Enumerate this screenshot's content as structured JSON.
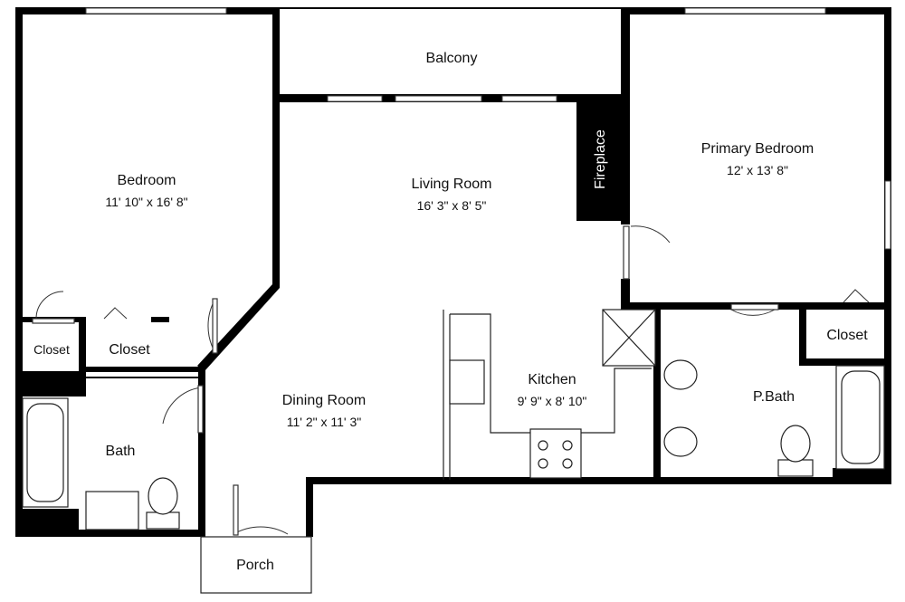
{
  "rooms": {
    "bedroom": {
      "name": "Bedroom",
      "dims": "11' 10\" x 16' 8\""
    },
    "balcony": {
      "name": "Balcony"
    },
    "living": {
      "name": "Living Room",
      "dims": "16' 3\" x 8' 5\""
    },
    "fireplace": {
      "name": "Fireplace"
    },
    "primary_bedroom": {
      "name": "Primary Bedroom",
      "dims": "12' x 13' 8\""
    },
    "closet_small": {
      "name": "Closet"
    },
    "closet_bedroom": {
      "name": "Closet"
    },
    "closet_primary": {
      "name": "Closet"
    },
    "kitchen": {
      "name": "Kitchen",
      "dims": "9' 9\" x 8' 10\""
    },
    "dining": {
      "name": "Dining Room",
      "dims": "11' 2\" x 11' 3\""
    },
    "bath": {
      "name": "Bath"
    },
    "pbath": {
      "name": "P.Bath"
    },
    "porch": {
      "name": "Porch"
    }
  },
  "colors": {
    "wall": "#000000",
    "background": "#ffffff",
    "fixture_line": "#222222"
  }
}
